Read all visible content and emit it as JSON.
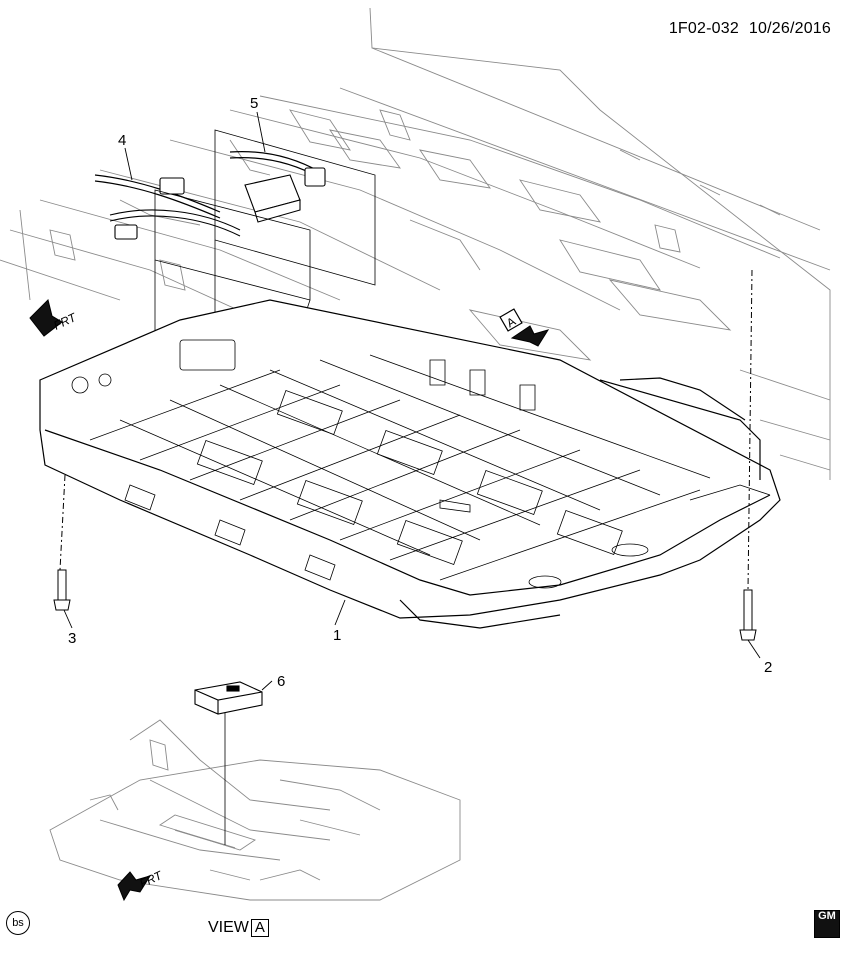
{
  "header": {
    "diagram_code": "1F02-032",
    "date": "10/26/2016"
  },
  "callouts": {
    "c1": "1",
    "c2": "2",
    "c3": "3",
    "c4": "4",
    "c5": "5",
    "c6": "6"
  },
  "arrows": {
    "front_label_main": "FRT",
    "front_label_view": "FRT",
    "view_marker": "A"
  },
  "view": {
    "prefix": "VIEW",
    "letter": "A"
  },
  "footer": {
    "bs_mark": "bs",
    "logo_text": "GM"
  },
  "colors": {
    "ink": "#000000",
    "light_line": "#8a8a8a",
    "paper": "#ffffff"
  }
}
